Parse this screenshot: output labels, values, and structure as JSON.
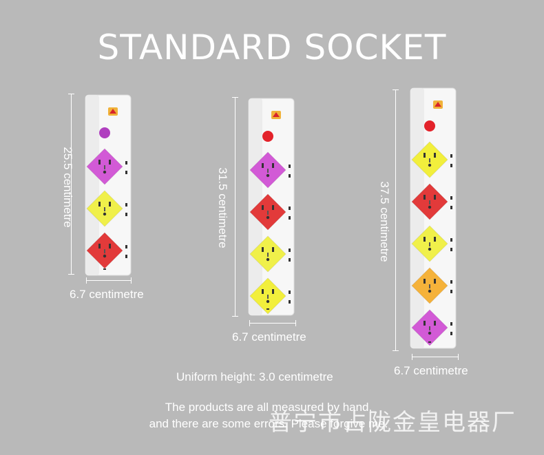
{
  "title": "STANDARD SOCKET",
  "strips": [
    {
      "height_label": "25.5 centimetre",
      "width_label": "6.7 centimetre",
      "indicator_color": "#b03fbf",
      "socket_colors": [
        "#d25ad6",
        "#f0f04a",
        "#e23a3a"
      ]
    },
    {
      "height_label": "31.5 centimetre",
      "width_label": "6.7 centimetre",
      "indicator_color": "#e3222a",
      "socket_colors": [
        "#d25ad6",
        "#e23a3a",
        "#f0f04a",
        "#f2ef3c"
      ]
    },
    {
      "height_label": "37.5 centimetre",
      "width_label": "6.7 centimetre",
      "indicator_color": "#e3222a",
      "socket_colors": [
        "#f2ef3c",
        "#e23a3a",
        "#f0f04a",
        "#f5b23a",
        "#d25ad6"
      ]
    }
  ],
  "uniform_height": "Uniform height: 3.0 centimetre",
  "disclaimer_line1": "The products are all measured by hand,",
  "disclaimer_line2": "and there are some errors. Please forgive me.",
  "watermark": "普宁市占陇金皇电器厂"
}
